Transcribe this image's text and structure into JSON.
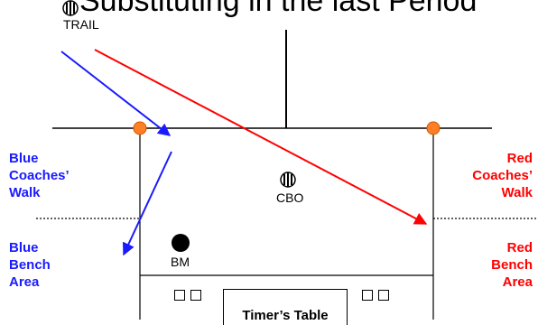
{
  "title": "Substituting in the last Period",
  "labels": {
    "trail": "TRAIL",
    "cbo": "CBO",
    "bm": "BM",
    "timers_table": "Timer’s Table",
    "blue_coaches_walk": "Blue\nCoaches’\nWalk",
    "blue_bench_area": "Blue\nBench\nArea",
    "red_coaches_walk": "Red\nCoaches’\nWalk",
    "red_bench_area": "Red\nBench\nArea"
  },
  "colors": {
    "blue": "#1a1aff",
    "red": "#ff0000",
    "orange_marker": "#ff7f27",
    "line": "#000000"
  },
  "icons": [
    "referee-striped-icon",
    "orange-dot-icon",
    "player-dot-icon",
    "chair-box-icon"
  ]
}
